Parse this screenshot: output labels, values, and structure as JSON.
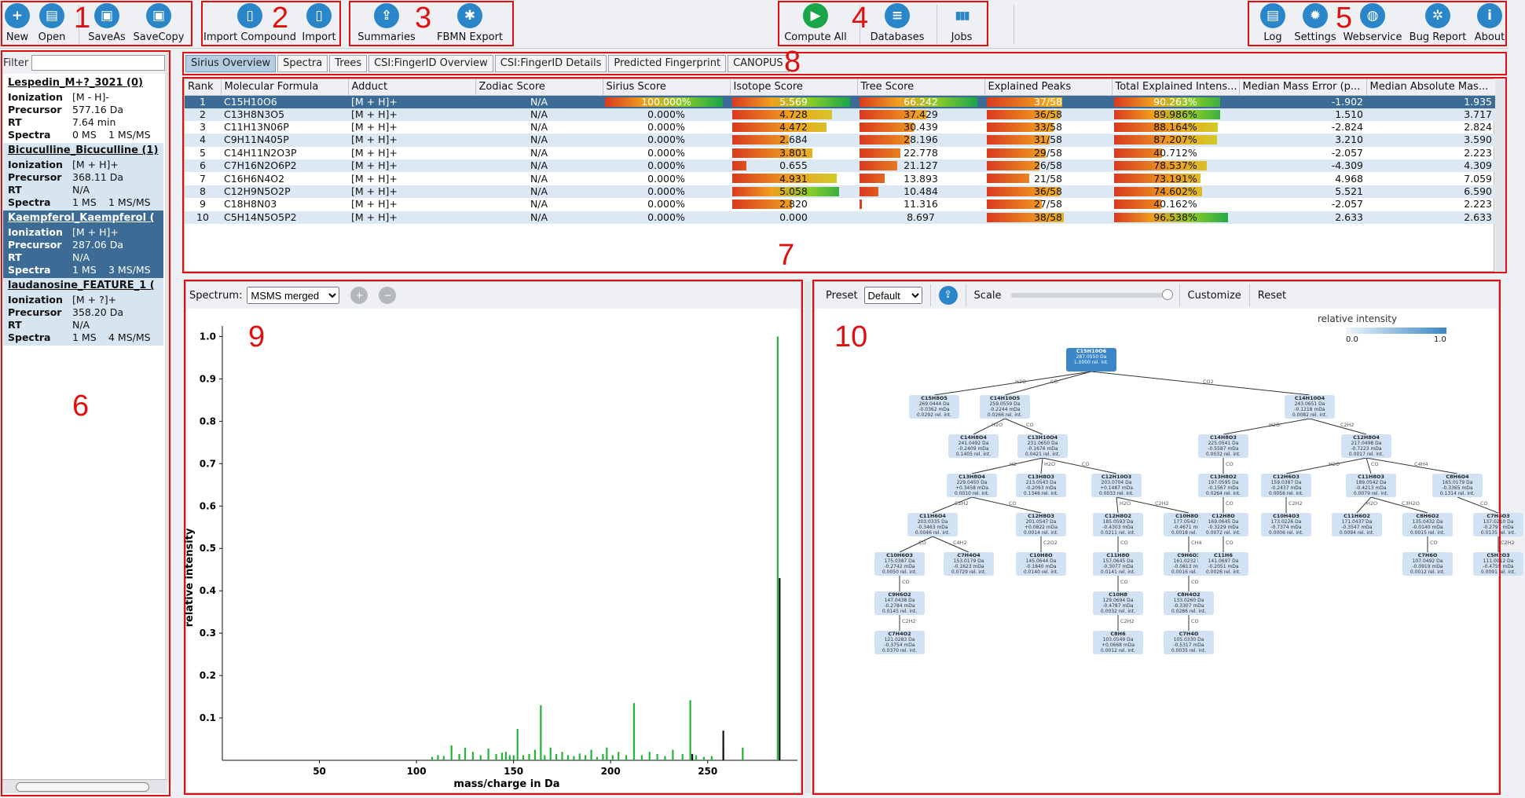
{
  "toolbar": {
    "groups": [
      {
        "buttons": [
          {
            "label": "New",
            "icon": "new-icon"
          },
          {
            "label": "Open",
            "icon": "open-icon"
          },
          {
            "label": "SaveAs",
            "icon": "save-as-icon"
          },
          {
            "label": "SaveCopy",
            "icon": "save-copy-icon"
          }
        ]
      },
      {
        "buttons": [
          {
            "label": "Import Compound",
            "icon": "import-compound-icon"
          },
          {
            "label": "Import",
            "icon": "import-icon"
          }
        ]
      },
      {
        "buttons": [
          {
            "label": "Summaries",
            "icon": "summaries-icon"
          },
          {
            "label": "FBMN Export",
            "icon": "fbmn-export-icon"
          }
        ]
      },
      {
        "buttons": [
          {
            "label": "Compute All",
            "icon": "compute-all-icon"
          },
          {
            "label": "Databases",
            "icon": "databases-icon"
          },
          {
            "label": "Jobs",
            "icon": "jobs-icon"
          }
        ]
      },
      {
        "buttons": [
          {
            "label": "Log",
            "icon": "log-icon"
          },
          {
            "label": "Settings",
            "icon": "settings-icon"
          },
          {
            "label": "Webservice",
            "icon": "webservice-icon"
          },
          {
            "label": "Bug Report",
            "icon": "bug-report-icon"
          },
          {
            "label": "About",
            "icon": "about-icon"
          }
        ]
      }
    ],
    "colors": {
      "accent": "#2a86c9",
      "compute": "#1aa54a"
    }
  },
  "markers": [
    "1",
    "2",
    "3",
    "4",
    "5",
    "6",
    "7",
    "8",
    "9",
    "10"
  ],
  "filter": {
    "label": "Filter",
    "value": ""
  },
  "compounds": [
    {
      "name": "Lespedin_M+?_3021 (0)",
      "ionization": "[M - H]-",
      "precursor": "577.16 Da",
      "rt": "7.64 min",
      "spectra_ms": "0 MS",
      "spectra_msms": "1 MS/MS",
      "state": "normal"
    },
    {
      "name": "Bicuculline_Bicuculline (1)",
      "ionization": "[M + H]+",
      "precursor": "368.11 Da",
      "rt": "N/A",
      "spectra_ms": "1 MS",
      "spectra_msms": "1 MS/MS",
      "state": "alt"
    },
    {
      "name": "Kaempferol_Kaempferol (",
      "ionization": "[M + H]+",
      "precursor": "287.06 Da",
      "rt": "N/A",
      "spectra_ms": "1 MS",
      "spectra_msms": "3 MS/MS",
      "state": "selected"
    },
    {
      "name": "laudanosine_FEATURE_1 (",
      "ionization": "[M + ?]+",
      "precursor": "358.20 Da",
      "rt": "N/A",
      "spectra_ms": "1 MS",
      "spectra_msms": "4 MS/MS",
      "state": "alt"
    }
  ],
  "compound_labels": {
    "ionization": "Ionization",
    "precursor": "Precursor",
    "rt": "RT",
    "spectra": "Spectra"
  },
  "tabs": [
    "Sirius Overview",
    "Spectra",
    "Trees",
    "CSI:FingerID Overview",
    "CSI:FingerID Details",
    "Predicted Fingerprint",
    "CANOPUS"
  ],
  "active_tab": 0,
  "table": {
    "columns": [
      "Rank",
      "Molecular Formula",
      "Adduct",
      "Zodiac Score",
      "Sirius Score",
      "Isotope Score",
      "Tree Score",
      "Explained Peaks",
      "Total Explained Intens...",
      "Median Mass Error (p...",
      "Median Absolute Mas..."
    ],
    "rows": [
      {
        "rank": "1",
        "formula": "C15H10O6",
        "adduct": "[M + H]+",
        "zodiac": "N/A",
        "sirius": "100.000%",
        "isotope": "5.569",
        "tree": "66.242",
        "peaks": "37/58",
        "intens": "90.263%",
        "mme": "-1.902",
        "mame": "1.935",
        "f_iso": 1.0,
        "f_tree": 1.0,
        "f_peaks": 0.638,
        "f_int": 0.903,
        "f_sir": 1.0
      },
      {
        "rank": "2",
        "formula": "C13H8N3O5",
        "adduct": "[M + H]+",
        "zodiac": "N/A",
        "sirius": "0.000%",
        "isotope": "4.728",
        "tree": "37.429",
        "peaks": "36/58",
        "intens": "89.986%",
        "mme": "1.510",
        "mame": "3.717",
        "f_iso": 0.849,
        "f_tree": 0.565,
        "f_peaks": 0.621,
        "f_int": 0.9,
        "f_sir": 0.0
      },
      {
        "rank": "3",
        "formula": "C11H13N06P",
        "adduct": "[M + H]+",
        "zodiac": "N/A",
        "sirius": "0.000%",
        "isotope": "4.472",
        "tree": "30.439",
        "peaks": "33/58",
        "intens": "88.164%",
        "mme": "-2.824",
        "mame": "2.824",
        "f_iso": 0.803,
        "f_tree": 0.46,
        "f_peaks": 0.569,
        "f_int": 0.882,
        "f_sir": 0.0
      },
      {
        "rank": "4",
        "formula": "C9H11N405P",
        "adduct": "[M + H]+",
        "zodiac": "N/A",
        "sirius": "0.000%",
        "isotope": "2.684",
        "tree": "28.196",
        "peaks": "31/58",
        "intens": "87.207%",
        "mme": "3.210",
        "mame": "3.590",
        "f_iso": 0.482,
        "f_tree": 0.426,
        "f_peaks": 0.534,
        "f_int": 0.872,
        "f_sir": 0.0
      },
      {
        "rank": "5",
        "formula": "C14H11N2O3P",
        "adduct": "[M + H]+",
        "zodiac": "N/A",
        "sirius": "0.000%",
        "isotope": "3.801",
        "tree": "22.778",
        "peaks": "29/58",
        "intens": "40.712%",
        "mme": "-2.057",
        "mame": "2.223",
        "f_iso": 0.683,
        "f_tree": 0.344,
        "f_peaks": 0.5,
        "f_int": 0.407,
        "f_sir": 0.0
      },
      {
        "rank": "6",
        "formula": "C7H16N2O6P2",
        "adduct": "[M + H]+",
        "zodiac": "N/A",
        "sirius": "0.000%",
        "isotope": "0.655",
        "tree": "21.127",
        "peaks": "26/58",
        "intens": "78.537%",
        "mme": "-4.309",
        "mame": "4.309",
        "f_iso": 0.118,
        "f_tree": 0.319,
        "f_peaks": 0.448,
        "f_int": 0.785,
        "f_sir": 0.0
      },
      {
        "rank": "7",
        "formula": "C16H6N4O2",
        "adduct": "[M + H]+",
        "zodiac": "N/A",
        "sirius": "0.000%",
        "isotope": "4.931",
        "tree": "13.893",
        "peaks": "21/58",
        "intens": "73.191%",
        "mme": "4.968",
        "mame": "7.059",
        "f_iso": 0.885,
        "f_tree": 0.21,
        "f_peaks": 0.362,
        "f_int": 0.732,
        "f_sir": 0.0
      },
      {
        "rank": "8",
        "formula": "C12H9N5O2P",
        "adduct": "[M + H]+",
        "zodiac": "N/A",
        "sirius": "0.000%",
        "isotope": "5.058",
        "tree": "10.484",
        "peaks": "36/58",
        "intens": "74.602%",
        "mme": "5.521",
        "mame": "6.590",
        "f_iso": 0.908,
        "f_tree": 0.158,
        "f_peaks": 0.621,
        "f_int": 0.746,
        "f_sir": 0.0
      },
      {
        "rank": "9",
        "formula": "C18H8N03",
        "adduct": "[M + H]+",
        "zodiac": "N/A",
        "sirius": "0.000%",
        "isotope": "2.820",
        "tree": "11.316",
        "peaks": "27/58",
        "intens": "40.162%",
        "mme": "-2.057",
        "mame": "2.223",
        "f_iso": 0.506,
        "f_tree": 0.02,
        "f_peaks": 0.466,
        "f_int": 0.402,
        "f_sir": 0.0
      },
      {
        "rank": "10",
        "formula": "C5H14N5O5P2",
        "adduct": "[M + H]+",
        "zodiac": "N/A",
        "sirius": "0.000%",
        "isotope": "0.000",
        "tree": "8.697",
        "peaks": "38/58",
        "intens": "96.538%",
        "mme": "2.633",
        "mame": "2.633",
        "f_iso": 0.0,
        "f_tree": 0.0,
        "f_peaks": 0.655,
        "f_int": 0.965,
        "f_sir": 0.0
      }
    ]
  },
  "spectrum": {
    "label": "Spectrum:",
    "selected": "MSMS merged",
    "zoom_in_icon": "zoom-in-icon",
    "zoom_out_icon": "zoom-out-icon"
  },
  "chart_data": {
    "type": "bar",
    "xlabel": "mass/charge in Da",
    "ylabel": "relative intensity",
    "xlim": [
      0,
      293
    ],
    "ylim": [
      0,
      1.0
    ],
    "xticks": [
      50,
      100,
      150,
      200,
      250
    ],
    "yticks": [
      0.1,
      0.2,
      0.3,
      0.4,
      0.5,
      0.6,
      0.7,
      0.8,
      0.9,
      1.0
    ],
    "series": [
      {
        "color": "#22b33a",
        "x": [
          108,
          111,
          114,
          118,
          122,
          125,
          129,
          133,
          137,
          141,
          144,
          146,
          148,
          150,
          152,
          155,
          158,
          161,
          164,
          166,
          169,
          172,
          175,
          178,
          181,
          184,
          187,
          190,
          193,
          196,
          198,
          201,
          204,
          208,
          212,
          216,
          220,
          224,
          228,
          232,
          237,
          241,
          244,
          248,
          252,
          258,
          268,
          286
        ],
        "values": [
          0.008,
          0.012,
          0.01,
          0.035,
          0.015,
          0.03,
          0.02,
          0.012,
          0.028,
          0.015,
          0.018,
          0.02,
          0.012,
          0.012,
          0.074,
          0.012,
          0.015,
          0.025,
          0.13,
          0.012,
          0.03,
          0.015,
          0.02,
          0.012,
          0.01,
          0.016,
          0.012,
          0.025,
          0.008,
          0.015,
          0.03,
          0.012,
          0.02,
          0.012,
          0.135,
          0.012,
          0.02,
          0.015,
          0.01,
          0.025,
          0.015,
          0.142,
          0.012,
          0.008,
          0.01,
          0.03,
          0.03,
          1.0
        ]
      },
      {
        "color": "#111111",
        "x": [
          242,
          258,
          287
        ],
        "values": [
          0.015,
          0.07,
          0.43
        ]
      }
    ]
  },
  "tree": {
    "preset_label": "Preset",
    "preset_value": "Default",
    "export_icon": "export-icon",
    "scale_label": "Scale",
    "customize_label": "Customize",
    "reset_label": "Reset",
    "legend_title": "relative intensity",
    "legend_min": "0.0",
    "legend_max": "1.0",
    "nodes": [
      {
        "f": "C15H10O6",
        "mass": "287.0550 Da",
        "err": "",
        "rel": "1.0000 rel. int."
      },
      {
        "f": "C15H8O5",
        "mass": "269.0444 Da",
        "err": "-0.0362 mDa",
        "rel": "0.0292 rel. int."
      },
      {
        "f": "C14H10O5",
        "mass": "259.0559 Da",
        "err": "-0.2244 mDa",
        "rel": "0.0266 rel. int."
      },
      {
        "f": "C14H10O4",
        "mass": "243.0651 Da",
        "err": "-0.1218 mDa",
        "rel": "0.0082 rel. int."
      },
      {
        "f": "C14H8O4",
        "mass": "241.0492 Da",
        "err": "-0.2409 mDa",
        "rel": "0.1405 rel. int."
      },
      {
        "f": "C13H10O4",
        "mass": "231.0650 Da",
        "err": "-0.1676 mDa",
        "rel": "0.0421 rel. int."
      },
      {
        "f": "C14H8O3",
        "mass": "225.0541 Da",
        "err": "-0.5587 mDa",
        "rel": "0.0032 rel. int."
      },
      {
        "f": "C12H8O4",
        "mass": "217.0498 Da",
        "err": "-0.7223 mDa",
        "rel": "0.0017 rel. int."
      },
      {
        "f": "C13H8O4",
        "mass": "229.0450 Da",
        "err": "+0.3458 mDa",
        "rel": "0.0010 rel. int."
      },
      {
        "f": "C13H8O3",
        "mass": "213.0543 Da",
        "err": "-0.2093 mDa",
        "rel": "0.1346 rel. int."
      },
      {
        "f": "C12H10O3",
        "mass": "203.0704 Da",
        "err": "+0.1487 mDa",
        "rel": "0.0033 rel. int."
      },
      {
        "f": "C13H8O2",
        "mass": "197.0595 Da",
        "err": "-0.1567 mDa",
        "rel": "0.0264 rel. int."
      },
      {
        "f": "C12H6O3",
        "mass": "159.0387 Da",
        "err": "-0.2437 mDa",
        "rel": "0.0056 rel. int."
      },
      {
        "f": "C11H8O3",
        "mass": "189.0542 Da",
        "err": "-0.4213 mDa",
        "rel": "0.0079 rel. int."
      },
      {
        "f": "C8H6O4",
        "mass": "165.0179 Da",
        "err": "-0.3365 mDa",
        "rel": "0.1314 rel. int."
      },
      {
        "f": "C11H6O4",
        "mass": "203.0335 Da",
        "err": "-0.3463 mDa",
        "rel": "0.0046 rel. int."
      },
      {
        "f": "C12H8O3",
        "mass": "201.0547 Da",
        "err": "+0.0822 mDa",
        "rel": "0.0014 rel. int."
      },
      {
        "f": "C12H8O2",
        "mass": "185.0593 Da",
        "err": "-0.4303 mDa",
        "rel": "0.0211 rel. int."
      },
      {
        "f": "C10H8O3",
        "mass": "177.0542 Da",
        "err": "-0.4671 mDa",
        "rel": "0.0018 rel. int."
      },
      {
        "f": "C12H8O",
        "mass": "169.0645 Da",
        "err": "-0.3229 mDa",
        "rel": "0.0072 rel. int."
      },
      {
        "f": "C10H4O3",
        "mass": "173.0226 Da",
        "err": "-0.7374 mDa",
        "rel": "0.0006 rel. int."
      },
      {
        "f": "C11H6O2",
        "mass": "171.0437 Da",
        "err": "-0.3547 mDa",
        "rel": "0.0094 rel. int."
      },
      {
        "f": "C8H6O2",
        "mass": "135.0432 Da",
        "err": "-0.0140 mDa",
        "rel": "0.0015 rel. int."
      },
      {
        "f": "C7H4O3",
        "mass": "137.0210 Da",
        "err": "-0.2797 mDa",
        "rel": "0.0135 rel. int."
      },
      {
        "f": "C10H6O3",
        "mass": "175.0387 Da",
        "err": "-0.2742 mDa",
        "rel": "0.0050 rel. int."
      },
      {
        "f": "C7H4O4",
        "mass": "153.0179 Da",
        "err": "-0.1623 mDa",
        "rel": "0.0729 rel. int."
      },
      {
        "f": "C10H8O",
        "mass": "145.0644 Da",
        "err": "-0.1840 mDa",
        "rel": "0.0140 rel. int."
      },
      {
        "f": "C11H8O",
        "mass": "157.0645 Da",
        "err": "-0.3077 mDa",
        "rel": "0.0141 rel. int."
      },
      {
        "f": "C9H6O3",
        "mass": "161.0232 Da",
        "err": "-0.0813 mDa",
        "rel": "0.0016 rel. int."
      },
      {
        "f": "C11H6",
        "mass": "141.0697 Da",
        "err": "-0.2051 mDa",
        "rel": "0.0026 rel. int."
      },
      {
        "f": "C7H6O",
        "mass": "107.0492 Da",
        "err": "-0.0919 mDa",
        "rel": "0.0012 rel. int."
      },
      {
        "f": "C5H2O3",
        "mass": "111.0012 Da",
        "err": "-0.4759 mDa",
        "rel": "0.0091 rel. int."
      },
      {
        "f": "C9H6O2",
        "mass": "147.0438 Da",
        "err": "-0.2784 mDa",
        "rel": "0.0145 rel. int."
      },
      {
        "f": "C10H8",
        "mass": "129.0694 Da",
        "err": "-0.4787 mDa",
        "rel": "0.0032 rel. int."
      },
      {
        "f": "C8H4O2",
        "mass": "133.0260 Da",
        "err": "-0.3307 mDa",
        "rel": "0.0286 rel. int."
      },
      {
        "f": "C7H4O2",
        "mass": "121.0283 Da",
        "err": "-0.3754 mDa",
        "rel": "0.0370 rel. int."
      },
      {
        "f": "C8H6",
        "mass": "103.0549 Da",
        "err": "+0.0668 mDa",
        "rel": "0.0012 rel. int."
      },
      {
        "f": "C7H4O",
        "mass": "105.0330 Da",
        "err": "-0.5317 mDa",
        "rel": "0.0035 rel. int."
      }
    ],
    "edges": [
      [
        0,
        1,
        "H2O"
      ],
      [
        0,
        2,
        "CO"
      ],
      [
        0,
        3,
        "CO2"
      ],
      [
        2,
        4,
        "H2O"
      ],
      [
        2,
        5,
        "CO"
      ],
      [
        3,
        6,
        "H2O"
      ],
      [
        3,
        7,
        "C2H2"
      ],
      [
        5,
        8,
        "H2"
      ],
      [
        5,
        9,
        "H2O"
      ],
      [
        5,
        10,
        "CO"
      ],
      [
        6,
        11,
        "CO"
      ],
      [
        7,
        12,
        "H2O"
      ],
      [
        7,
        13,
        "CO"
      ],
      [
        7,
        14,
        "C4H4"
      ],
      [
        8,
        15,
        "C2H2"
      ],
      [
        8,
        16,
        "CO"
      ],
      [
        10,
        17,
        "H2O"
      ],
      [
        10,
        18,
        "C2H2"
      ],
      [
        11,
        19,
        "CO"
      ],
      [
        12,
        20,
        "C2H2"
      ],
      [
        13,
        21,
        "H2O"
      ],
      [
        13,
        22,
        "C3H2O"
      ],
      [
        14,
        23,
        "CO"
      ],
      [
        15,
        24,
        "CO"
      ],
      [
        15,
        25,
        "C4H2"
      ],
      [
        16,
        26,
        "C2O2"
      ],
      [
        17,
        27,
        "CO"
      ],
      [
        18,
        28,
        "CH4"
      ],
      [
        19,
        29,
        "CO"
      ],
      [
        22,
        30,
        "CO"
      ],
      [
        23,
        31,
        "C2H2"
      ],
      [
        24,
        32,
        "CO"
      ],
      [
        27,
        33,
        "CO"
      ],
      [
        28,
        34,
        "CO"
      ],
      [
        32,
        35,
        "C2H2"
      ],
      [
        33,
        36,
        "C2H2"
      ],
      [
        34,
        37,
        "CO"
      ]
    ]
  }
}
